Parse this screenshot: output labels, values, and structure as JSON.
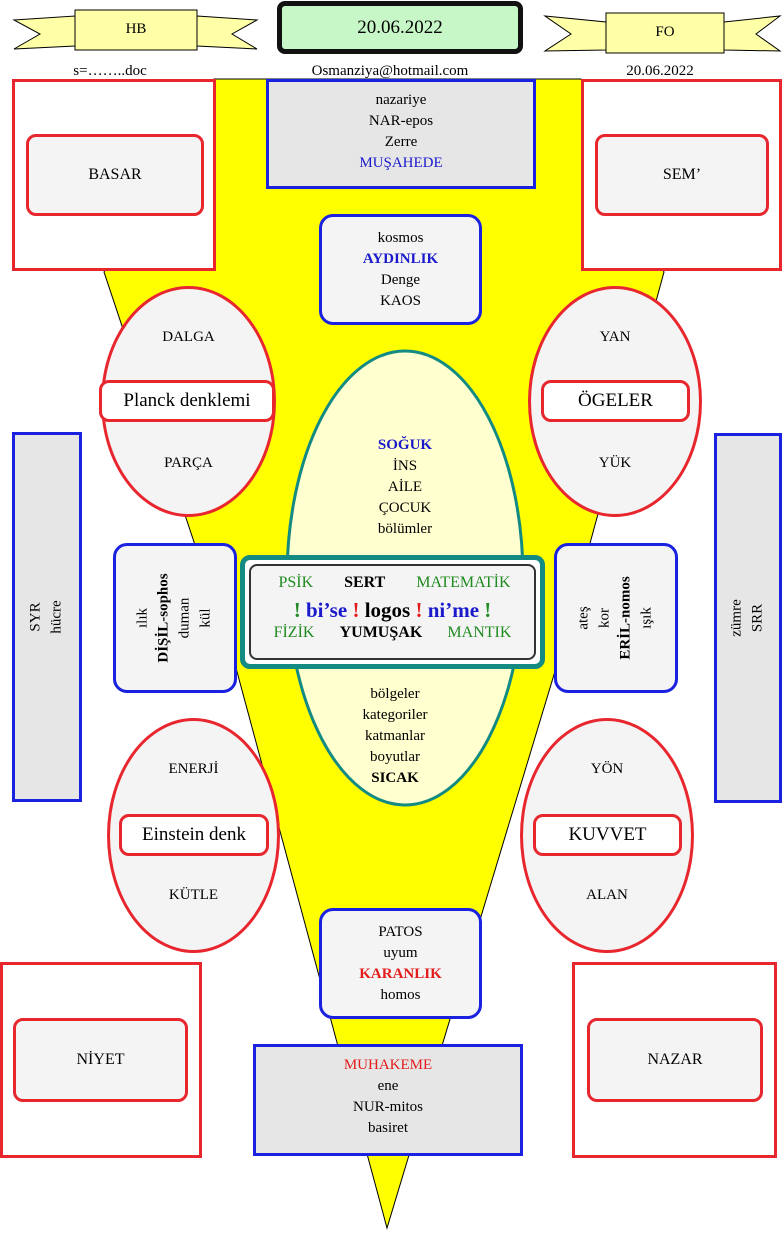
{
  "header": {
    "left_banner": "HB",
    "date_box": "20.06.2022",
    "right_banner": "FO",
    "left_sub": "s=……..doc",
    "center_sub": "Osmanziya@hotmail.com",
    "right_sub": "20.06.2022"
  },
  "corners": {
    "top_left": "BASAR",
    "top_right": "SEM’",
    "bottom_left": "NİYET",
    "bottom_right": "NAZAR"
  },
  "top_center": [
    "nazariye",
    "NAR-epos",
    "Zerre",
    "MUŞAHEDE"
  ],
  "kosmos_box": [
    "kosmos",
    "AYDINLIK",
    "Denge",
    "KAOS"
  ],
  "left_oval_top": {
    "top": "DALGA",
    "center": "Planck denklemi",
    "bottom": "PARÇA"
  },
  "right_oval_top": {
    "top": "YAN",
    "center": "ÖGELER",
    "bottom": "YÜK"
  },
  "left_oval_bottom": {
    "top": "ENERJİ",
    "center": "Einstein denk",
    "bottom": "KÜTLE"
  },
  "right_oval_bottom": {
    "top": "YÖN",
    "center": "KUVVET",
    "bottom": "ALAN"
  },
  "side_left": [
    "SYR",
    "hücre"
  ],
  "side_right": [
    "zümre",
    "SRR"
  ],
  "disil_box": [
    "ılık",
    "DİŞİL-sophos",
    "duman",
    "kül"
  ],
  "eril_box": [
    "ateş",
    "kor",
    "ERİL-nomos",
    "ışık"
  ],
  "center_upper": [
    "SOĞUK",
    "İNS",
    "AİLE",
    "ÇOCUK",
    "bölümler"
  ],
  "center_lower": [
    "bölgeler",
    "kategoriler",
    "katmanlar",
    "boyutlar",
    "SICAK"
  ],
  "center_box": {
    "row1": [
      "PSİK",
      "SERT",
      "MATEMATİK"
    ],
    "row2": [
      "!",
      "bi’se",
      "!",
      "logos",
      "!",
      "ni’me",
      "!"
    ],
    "row3": [
      "FİZİK",
      "YUMUŞAK",
      "MANTIK"
    ]
  },
  "patos_box": [
    "PATOS",
    "uyum",
    "KARANLIK",
    "homos"
  ],
  "bottom_center": [
    "MUHAKEME",
    "ene",
    "NUR-mitos",
    "basiret"
  ]
}
